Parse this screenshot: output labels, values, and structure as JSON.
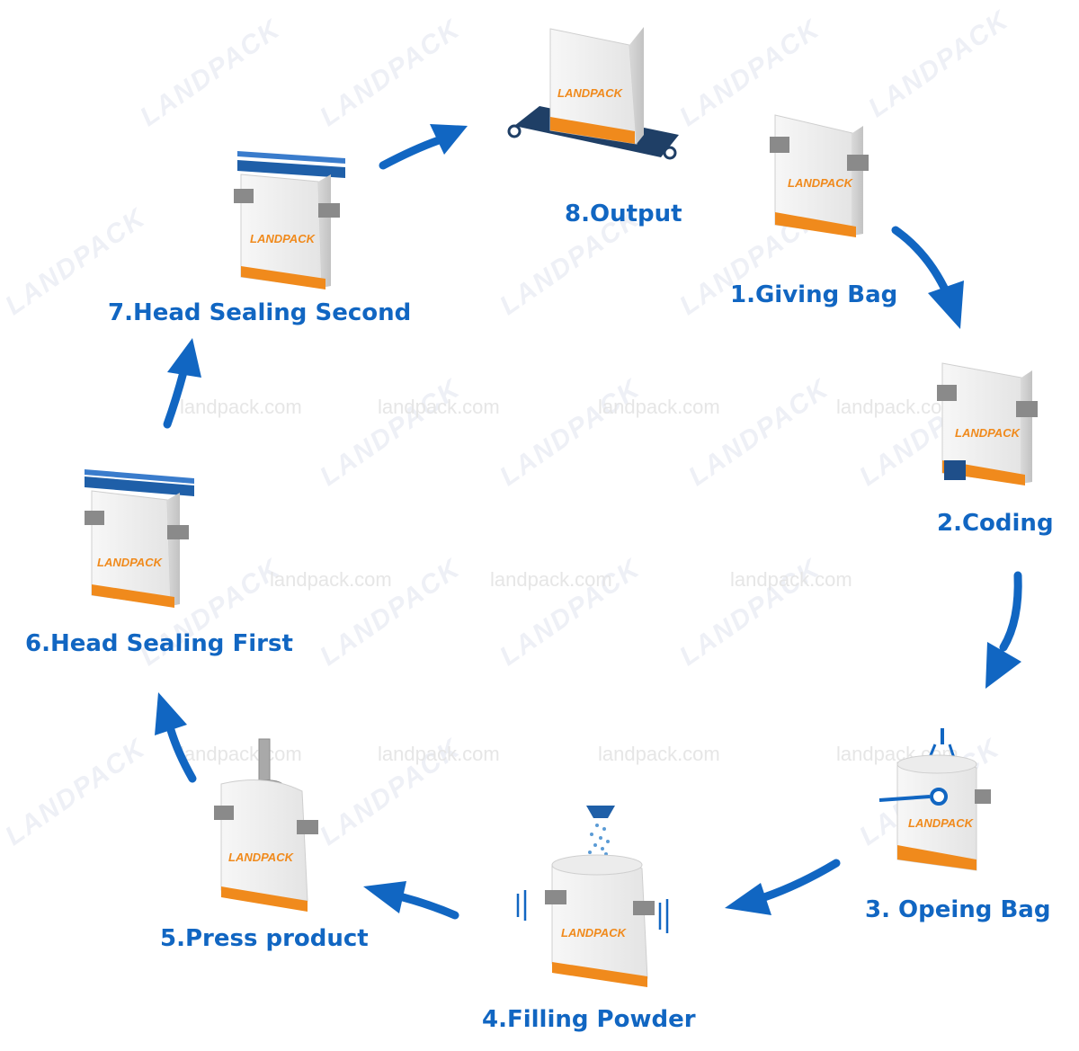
{
  "brand": "LANDPACK",
  "watermark": {
    "logo": "LANDPACK",
    "site": "landpack.com"
  },
  "colors": {
    "blue": "#1166c2",
    "orange": "#f08a1c",
    "gray": "#8a8a8a",
    "bag": "#f2f2f2"
  },
  "steps": [
    {
      "label": "1.Giving Bag"
    },
    {
      "label": "2.Coding"
    },
    {
      "label": "3. Opeing Bag"
    },
    {
      "label": "4.Filling Powder"
    },
    {
      "label": "5.Press product"
    },
    {
      "label": "6.Head Sealing First"
    },
    {
      "label": "7.Head Sealing Second"
    },
    {
      "label": "8.Output"
    }
  ]
}
